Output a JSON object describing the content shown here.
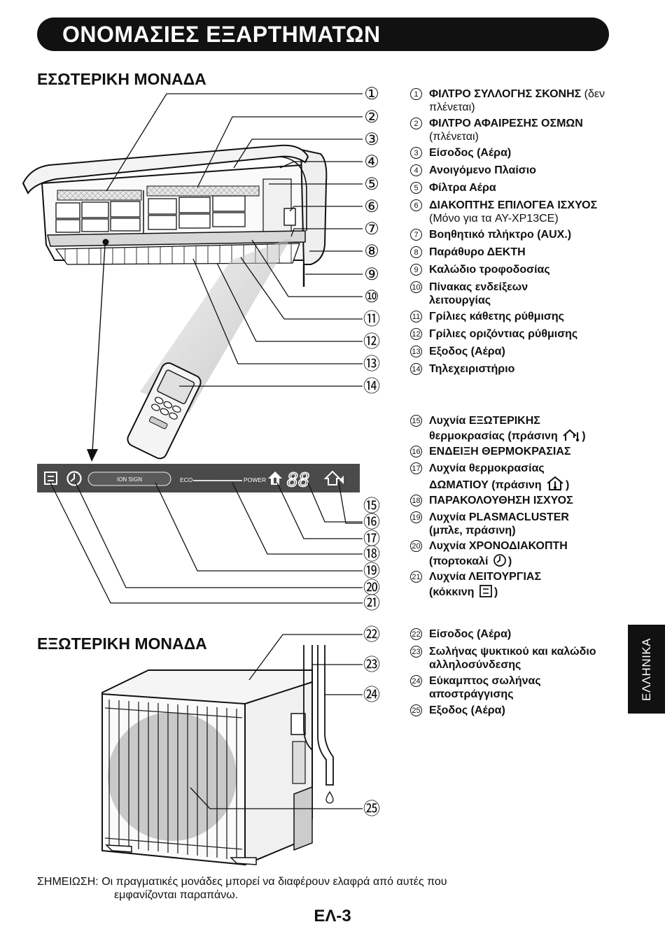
{
  "header": {
    "title": "ΟΝΟΜΑΣΙΕΣ ΕΞΑΡΤΗΜΑΤΩΝ"
  },
  "indoor": {
    "title": "ΕΣΩΤΕΡΙΚΗ ΜΟΝΑΔΑ"
  },
  "outdoor": {
    "title": "ΕΞΩΤΕΡΙΚΗ ΜΟΝΑΔΑ"
  },
  "panel": {
    "ion_sign": "ION SIGN",
    "eco": "ECO",
    "power": "POWER",
    "digits": "88"
  },
  "callout_numbers": [
    "①",
    "②",
    "③",
    "④",
    "⑤",
    "⑥",
    "⑦",
    "⑧",
    "⑨",
    "⑩",
    "⑪",
    "⑫",
    "⑬",
    "⑭",
    "⑮",
    "⑯",
    "⑰",
    "⑱",
    "⑲",
    "⑳",
    "㉑",
    "㉒",
    "㉓",
    "㉔",
    "㉕"
  ],
  "legend_indoor": [
    {
      "num": "1",
      "bold": "ΦΙΛΤΡΟ ΣΥΛΛΟΓΗΣ ΣΚΟΝΗΣ",
      "normal": " (δεν πλένεται)"
    },
    {
      "num": "2",
      "bold": "ΦΙΛΤΡΟ ΑΦΑΙΡΕΣΗΣ ΟΣΜΩΝ",
      "normal": " (πλένεται)"
    },
    {
      "num": "3",
      "bold": "Είσοδος (Αέρα)",
      "normal": ""
    },
    {
      "num": "4",
      "bold": "Ανοιγόμενο Πλαίσιο",
      "normal": ""
    },
    {
      "num": "5",
      "bold": "Φίλτρα Αέρα",
      "normal": ""
    },
    {
      "num": "6",
      "bold": "ΔΙΑΚΟΠΤΗΣ ΕΠΙΛΟΓΕΑ ΙΣΧΥΟΣ",
      "normal": "(Μόνο για τα AY-XP13CE)"
    },
    {
      "num": "7",
      "bold": "Βοηθητικό πλήκτρο (AUX.)",
      "normal": ""
    },
    {
      "num": "8",
      "bold": "Παράθυρο ΔΕΚΤΗ",
      "normal": ""
    },
    {
      "num": "9",
      "bold": "Καλώδιο τροφοδοσίας",
      "normal": ""
    },
    {
      "num": "10",
      "bold": "Πίνακας ενδείξεων λειτουργίας",
      "normal": ""
    },
    {
      "num": "11",
      "bold": "Γρίλιες κάθετης ρύθμισης",
      "normal": ""
    },
    {
      "num": "12",
      "bold": "Γρίλιες οριζόντιας ρύθμισης",
      "normal": ""
    },
    {
      "num": "13",
      "bold": "Εξοδος (Αέρα)",
      "normal": ""
    },
    {
      "num": "14",
      "bold": "Τηλεχειριστήριο",
      "normal": ""
    }
  ],
  "legend_panel": [
    {
      "num": "15",
      "line1": "Λυχνία ΕΞΩΤΕΡΙΚΗΣ",
      "line2": "θερμοκρασίας (πράσινη",
      "icon": "outdoor-temp-icon",
      "close": ")"
    },
    {
      "num": "16",
      "line1": "ΕΝΔΕΙΞΗ ΘΕΡΜΟΚΡΑΣΙΑΣ",
      "line2": "",
      "icon": "",
      "close": ""
    },
    {
      "num": "17",
      "line1": "Λυχνία θερμοκρασίας",
      "line2": "ΔΩΜΑΤΙΟΥ (πράσινη",
      "icon": "room-temp-icon",
      "close": ")"
    },
    {
      "num": "18",
      "line1": "ΠΑΡΑΚΟΛΟΥΘΗΣΗ ΙΣΧΥΟΣ",
      "line2": "",
      "icon": "",
      "close": ""
    },
    {
      "num": "19",
      "line1": "Λυχνία PLASMACLUSTER",
      "line2": "(μπλε, πράσινη)",
      "icon": "",
      "close": ""
    },
    {
      "num": "20",
      "line1": "Λυχνία ΧΡΟΝΟΔΙΑΚΟΠΤΗ",
      "line2": "(πορτοκαλί",
      "icon": "clock-icon",
      "close": ")"
    },
    {
      "num": "21",
      "line1": "Λυχνία ΛΕΙΤΟΥΡΓΙΑΣ",
      "line2": "(κόκκινη",
      "icon": "operation-icon",
      "close": ")"
    }
  ],
  "legend_outdoor": [
    {
      "num": "22",
      "bold": "Είσοδος (Αέρα)"
    },
    {
      "num": "23",
      "bold": "Σωλήνας ψυκτικού και καλώδιο αλληλοσύνδεσης"
    },
    {
      "num": "24",
      "bold": "Εύκαμπτος σωλήνας αποστράγγισης"
    },
    {
      "num": "25",
      "bold": "Εξοδος (Αέρα)"
    }
  ],
  "side_tab": "ΕΛΛΗΝΙΚΑ",
  "note": {
    "label": "ΣΗΜΕΙΩΣΗ:",
    "line1": "Οι πραγματικές μονάδες μπορεί να διαφέρουν ελαφρά από αυτές που",
    "line2": "εμφανίζονται παραπάνω."
  },
  "page_number": "ΕΛ-3"
}
